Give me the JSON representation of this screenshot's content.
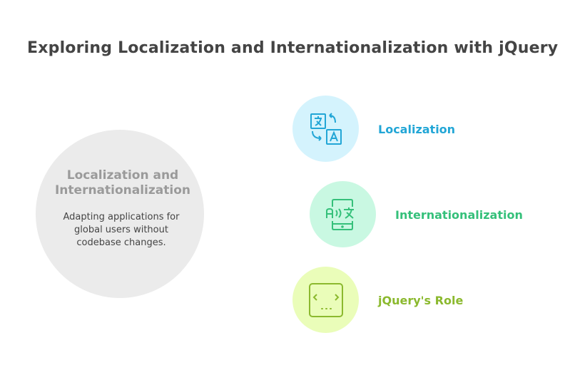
{
  "title": "Exploring Localization and Internationalization with jQuery",
  "center": {
    "title_line1": "Localization and",
    "title_line2": "Internationalization",
    "description": "Adapting applications for global users without codebase changes."
  },
  "items": [
    {
      "label": "Localization",
      "icon": "translate-icon",
      "color": "#22a6d6",
      "bg": "#d4f3fd"
    },
    {
      "label": "Internationalization",
      "icon": "phone-language-icon",
      "color": "#35c07a",
      "bg": "#c9f8e2"
    },
    {
      "label": "jQuery's Role",
      "icon": "code-window-icon",
      "color": "#8bb92e",
      "bg": "#eafdb9"
    }
  ]
}
